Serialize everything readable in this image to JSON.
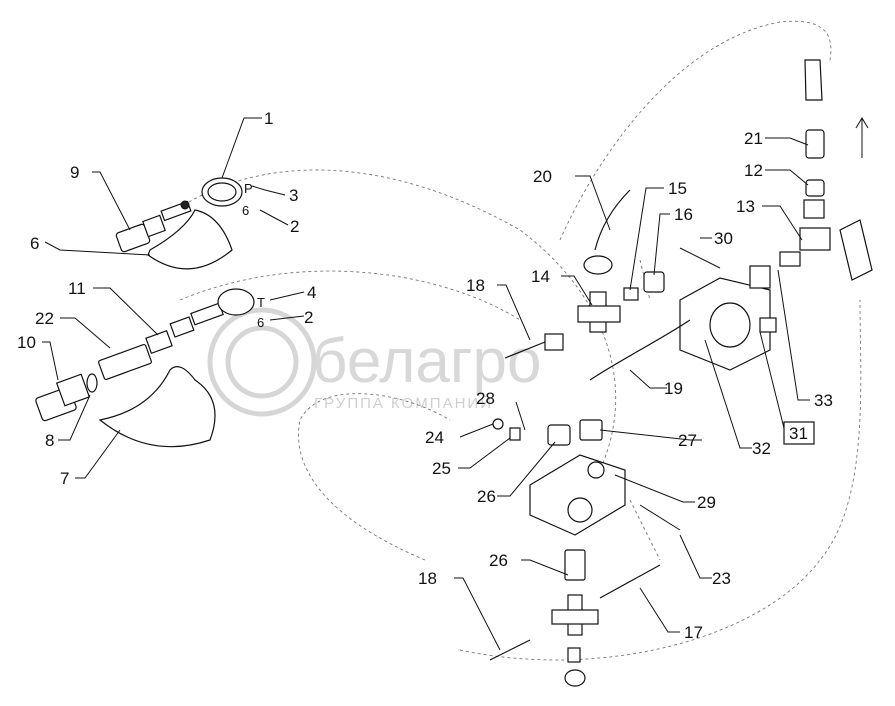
{
  "watermark": {
    "brand": "белагро",
    "subtitle": "ГРУППА КОМПАНИЙ"
  },
  "labels": {
    "l1": "1",
    "l2a": "2",
    "l2b": "2",
    "l3": "3",
    "l4": "4",
    "l6": "6",
    "l7": "7",
    "l8": "8",
    "l9": "9",
    "l10": "10",
    "l11": "11",
    "l12": "12",
    "l13": "13",
    "l14": "14",
    "l15": "15",
    "l16": "16",
    "l17": "17",
    "l18a": "18",
    "l18b": "18",
    "l19": "19",
    "l20": "20",
    "l21": "21",
    "l22": "22",
    "l23": "23",
    "l24": "24",
    "l25": "25",
    "l26a": "26",
    "l26b": "26",
    "l27": "27",
    "l28": "28",
    "l29": "29",
    "l30": "30",
    "l31": "31",
    "l32": "32",
    "l33": "33"
  },
  "tags": {
    "p": "P",
    "t": "T",
    "six_a": "6",
    "six_b": "6"
  }
}
